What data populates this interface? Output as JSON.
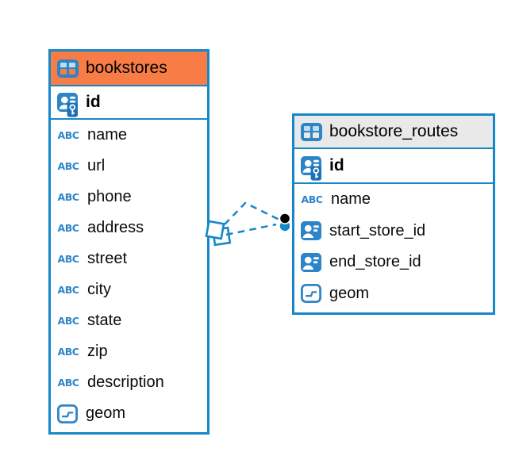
{
  "diagram": {
    "type_label": "ABC",
    "tables": [
      {
        "name": "bookstores",
        "header_color": "#F87C45",
        "icon": "table-icon",
        "primary_key": {
          "name": "id",
          "icon": "primary-key-icon"
        },
        "columns": [
          {
            "name": "name",
            "icon": "text-type-icon"
          },
          {
            "name": "url",
            "icon": "text-type-icon"
          },
          {
            "name": "phone",
            "icon": "text-type-icon"
          },
          {
            "name": "address",
            "icon": "text-type-icon"
          },
          {
            "name": "street",
            "icon": "text-type-icon"
          },
          {
            "name": "city",
            "icon": "text-type-icon"
          },
          {
            "name": "state",
            "icon": "text-type-icon"
          },
          {
            "name": "zip",
            "icon": "text-type-icon"
          },
          {
            "name": "description",
            "icon": "text-type-icon"
          },
          {
            "name": "geom",
            "icon": "geometry-type-icon"
          }
        ]
      },
      {
        "name": "bookstore_routes",
        "header_color": "#E9E9E9",
        "icon": "table-icon",
        "primary_key": {
          "name": "id",
          "icon": "primary-key-icon"
        },
        "columns": [
          {
            "name": "name",
            "icon": "text-type-icon"
          },
          {
            "name": "start_store_id",
            "icon": "foreign-key-icon"
          },
          {
            "name": "end_store_id",
            "icon": "foreign-key-icon"
          },
          {
            "name": "geom",
            "icon": "geometry-type-icon"
          }
        ]
      }
    ],
    "relationships": {
      "between": [
        "bookstores",
        "bookstore_routes"
      ],
      "link_count": 2,
      "line_style": "dashed",
      "left_end_marker": "overlapping-squares",
      "right_end_marker": "stacked-dots"
    },
    "colors": {
      "table_border": "#1787C9",
      "icon_blue": "#2B85C7",
      "icon_cell_light": "#BFDCF0",
      "type_text_blue": "#2E86C8",
      "header_orange": "#F87C45",
      "header_gray": "#E9E9E9",
      "connector_blue": "#1787C9",
      "connector_dot_black": "#000000"
    }
  }
}
